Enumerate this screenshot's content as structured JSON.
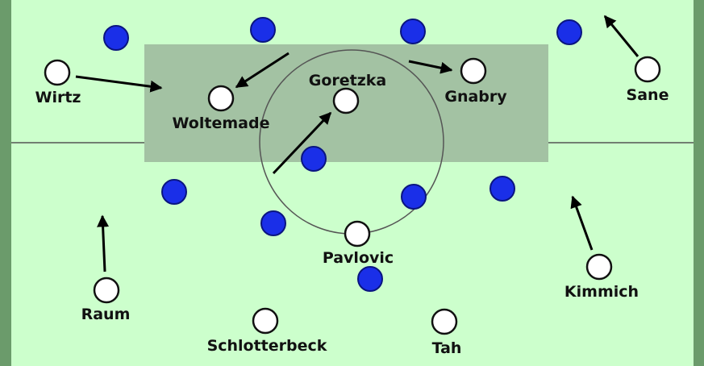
{
  "colors": {
    "pitch": "#ccffcc",
    "border": "#6b9b6b",
    "zone": "#a3c2a3",
    "line": "#555555",
    "opponent": "#1a2fe8",
    "opponent_stroke": "#0a1580",
    "player_fill": "#ffffff",
    "player_stroke": "#111111",
    "arrow": "#000000"
  },
  "players": [
    {
      "id": "wirtz",
      "name": "Wirtz"
    },
    {
      "id": "woltemade",
      "name": "Woltemade"
    },
    {
      "id": "goretzka",
      "name": "Goretzka"
    },
    {
      "id": "gnabry",
      "name": "Gnabry"
    },
    {
      "id": "sane",
      "name": "Sane"
    },
    {
      "id": "pavlovic",
      "name": "Pavlovic"
    },
    {
      "id": "raum",
      "name": "Raum"
    },
    {
      "id": "kimmich",
      "name": "Kimmich"
    },
    {
      "id": "schlotterbeck",
      "name": "Schlotterbeck"
    },
    {
      "id": "tah",
      "name": "Tah"
    }
  ]
}
